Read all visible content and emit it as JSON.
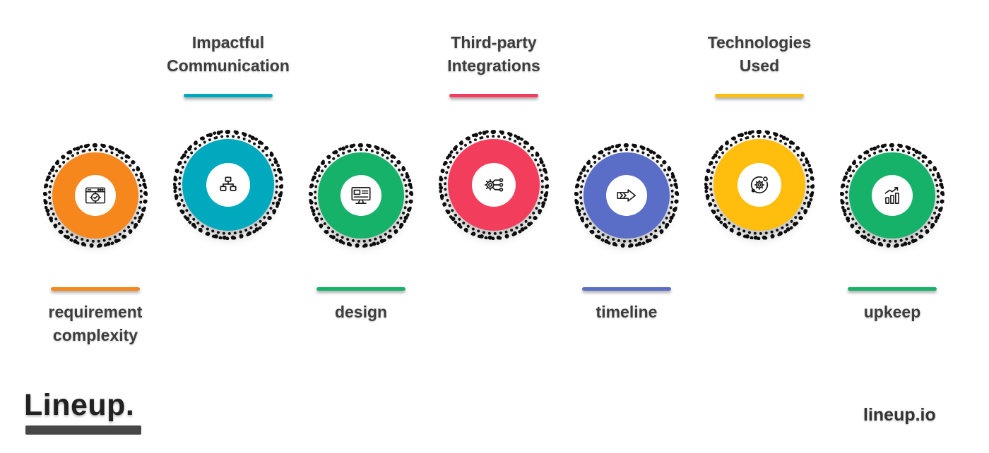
{
  "page": {
    "background": "#ffffff",
    "type": "infographic",
    "description": "7-step circular icon infographic with alternating labels"
  },
  "branding": {
    "logo_text": "Lineup.",
    "website": "lineup.io"
  },
  "colors": {
    "orange": "#F6871D",
    "teal": "#00A9BE",
    "green": "#16B269",
    "red": "#F23E5C",
    "blue": "#5B6EC7",
    "yellow": "#FFBE0D",
    "label_text": "#3d3d3d",
    "ring": "#0e0e0e"
  },
  "steps": [
    {
      "index": 1,
      "label_lines": {
        "0": "requirement",
        "1": "complexity"
      },
      "label_position": "bottom",
      "color": "#F6871D",
      "icon": "browser-target-icon"
    },
    {
      "index": 2,
      "label_lines": {
        "0": "Impactful",
        "1": "Communication"
      },
      "label_position": "top",
      "color": "#00A9BE",
      "icon": "sitemap-icon"
    },
    {
      "index": 3,
      "label_lines": {
        "0": "design"
      },
      "label_position": "bottom",
      "color": "#16B269",
      "icon": "monitor-design-icon"
    },
    {
      "index": 4,
      "label_lines": {
        "0": "Third-party",
        "1": "Integrations"
      },
      "label_position": "top",
      "color": "#F23E5C",
      "icon": "gear-circuit-icon"
    },
    {
      "index": 5,
      "label_lines": {
        "0": "timeline"
      },
      "label_position": "bottom",
      "color": "#5B6EC7",
      "icon": "process-arrow-icon"
    },
    {
      "index": 6,
      "label_lines": {
        "0": "Technologies",
        "1": "Used"
      },
      "label_position": "top",
      "color": "#FFBE0D",
      "icon": "gear-orbit-icon"
    },
    {
      "index": 7,
      "label_lines": {
        "0": "upkeep"
      },
      "label_position": "bottom",
      "color": "#16B269",
      "icon": "growth-chart-icon"
    }
  ]
}
